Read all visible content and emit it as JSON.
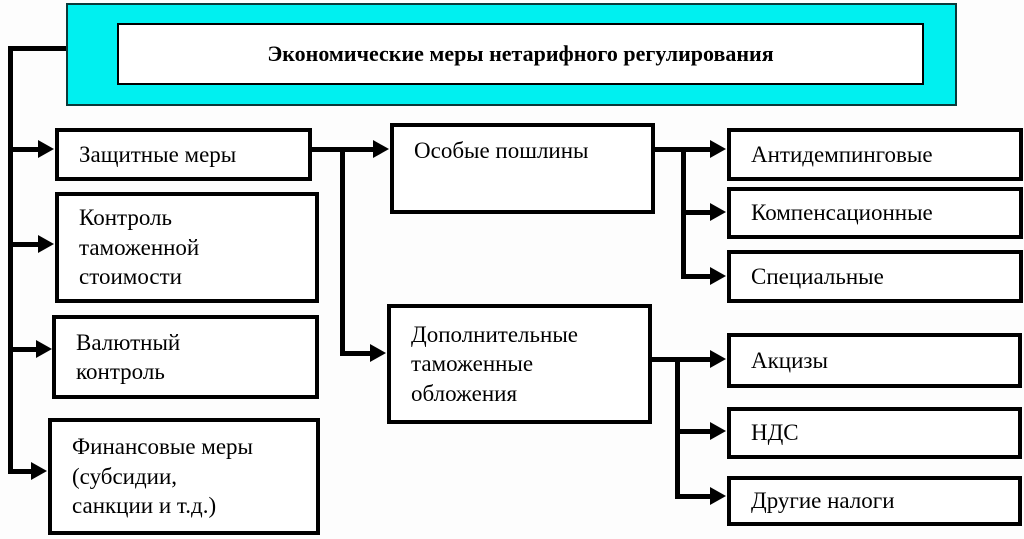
{
  "title": "Экономические меры нетарифного регулирования",
  "colors": {
    "highlight_cyan": "#00F0F0",
    "line_black": "#000000",
    "box_background": "#FFFFFF",
    "page_background": "#FDFDFD"
  },
  "nodes": {
    "protective": {
      "label": "Защитные меры"
    },
    "customs_value": {
      "label": "Контроль\nтаможенной\nстоимости"
    },
    "currency": {
      "label": "Валютный\nконтроль"
    },
    "financial": {
      "label": "Финансовые меры\n(субсидии,\nсанкции и т.д.)"
    },
    "special_duties": {
      "label": "Особые пошлины"
    },
    "additional": {
      "label": "Дополнительные\nтаможенные\nобложения"
    },
    "antidumping": {
      "label": "Антидемпинговые"
    },
    "countervailing": {
      "label": "Компенсационные"
    },
    "special": {
      "label": "Специальные"
    },
    "excise": {
      "label": "Акцизы"
    },
    "vat": {
      "label": "НДС"
    },
    "other_taxes": {
      "label": "Другие налоги"
    }
  }
}
